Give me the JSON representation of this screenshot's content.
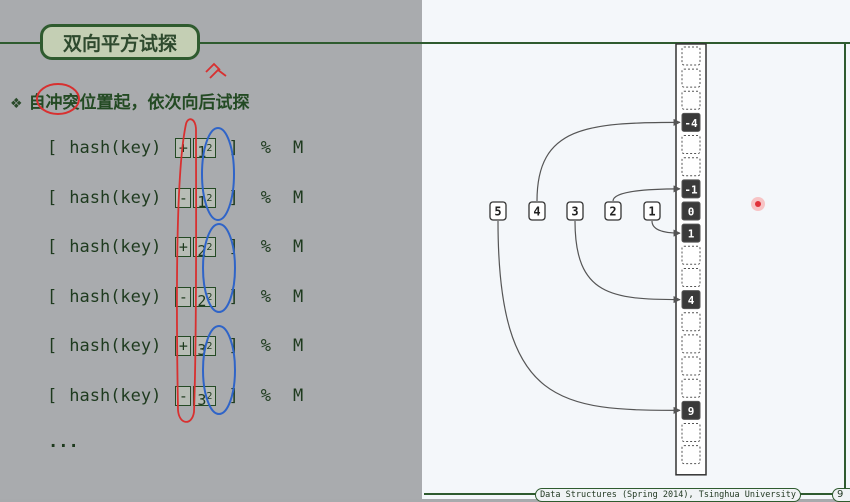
{
  "slide": {
    "title": "双向平方试探",
    "bullet": "自冲突位置起，依次向后试探",
    "bullet_marker": "❖",
    "formulas": [
      {
        "open": "[",
        "expr": "hash(key)",
        "sign": "+",
        "base": "1",
        "exp": "2",
        "close": "]",
        "mod": "%",
        "m": "M"
      },
      {
        "open": "[",
        "expr": "hash(key)",
        "sign": "-",
        "base": "1",
        "exp": "2",
        "close": "]",
        "mod": "%",
        "m": "M"
      },
      {
        "open": "[",
        "expr": "hash(key)",
        "sign": "+",
        "base": "2",
        "exp": "2",
        "close": "]",
        "mod": "%",
        "m": "M"
      },
      {
        "open": "[",
        "expr": "hash(key)",
        "sign": "-",
        "base": "2",
        "exp": "2",
        "close": "]",
        "mod": "%",
        "m": "M"
      },
      {
        "open": "[",
        "expr": "hash(key)",
        "sign": "+",
        "base": "3",
        "exp": "2",
        "close": "]",
        "mod": "%",
        "m": "M"
      },
      {
        "open": "[",
        "expr": "hash(key)",
        "sign": "-",
        "base": "3",
        "exp": "2",
        "close": "]",
        "mod": "%",
        "m": "M"
      }
    ],
    "ellipsis": "...",
    "footer": "Data Structures (Spring 2014), Tsinghua University",
    "page": "9"
  },
  "diagram": {
    "probes": [
      "5",
      "4",
      "3",
      "2",
      "1"
    ],
    "array_labels": [
      {
        "slot": -4,
        "label": "-4"
      },
      {
        "slot": -1,
        "label": "-1"
      },
      {
        "slot": 0,
        "label": "0"
      },
      {
        "slot": 1,
        "label": "1"
      },
      {
        "slot": 4,
        "label": "4"
      },
      {
        "slot": 9,
        "label": "9"
      }
    ],
    "arrows": [
      {
        "from": "1",
        "to": 1
      },
      {
        "from": "2",
        "to": -1
      },
      {
        "from": "3",
        "to": 4
      },
      {
        "from": "4",
        "to": -4
      },
      {
        "from": "5",
        "to": 9
      }
    ],
    "colors": {
      "panel_bg": "#a9abae",
      "accent_green": "#2f5b2f",
      "cursor_red": "#e0323a"
    }
  }
}
